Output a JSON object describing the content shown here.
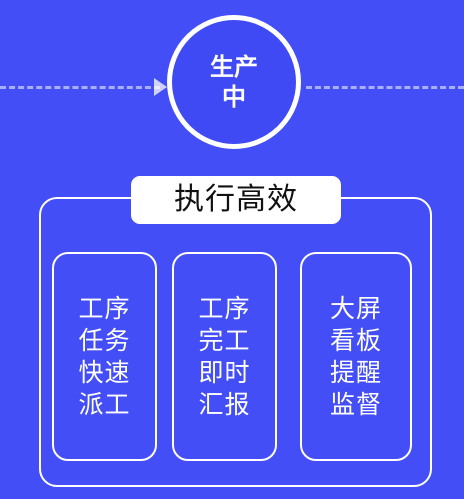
{
  "stage": {
    "label": "生产中"
  },
  "panel": {
    "title": "执行高效"
  },
  "cards": [
    {
      "lines": [
        "工序",
        "任务",
        "快速",
        "派工"
      ]
    },
    {
      "lines": [
        "工序",
        "完工",
        "即时",
        "汇报"
      ]
    },
    {
      "lines": [
        "大屏",
        "看板",
        "提醒",
        "监督"
      ]
    }
  ]
}
